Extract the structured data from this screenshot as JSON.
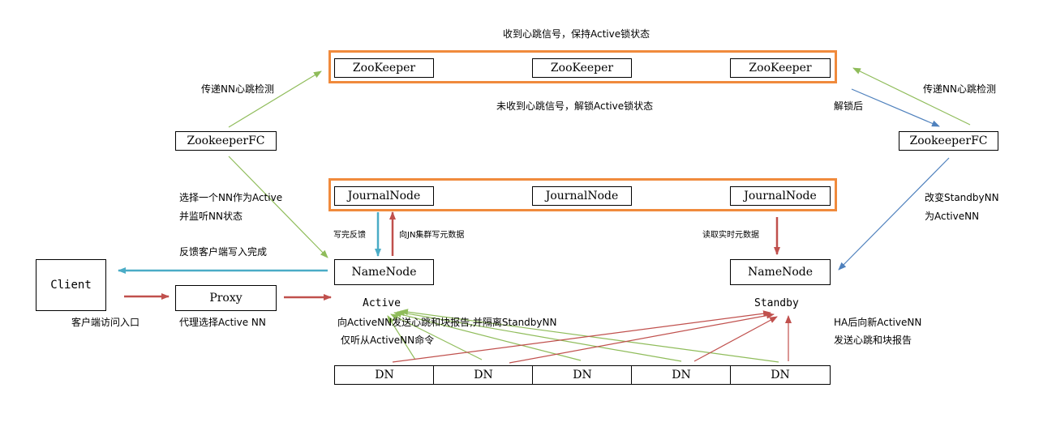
{
  "colors": {
    "cluster_border": "#f08a3c",
    "green": "#8fbc5a",
    "red": "#c0504d",
    "blue": "#4f81bd",
    "teal": "#4aacc6"
  },
  "zookeeper_cluster": {
    "top_label": "收到心跳信号，保持Active锁状态",
    "bottom_label": "未收到心跳信号，解锁Active锁状态",
    "nodes": [
      "ZooKeeper",
      "ZooKeeper",
      "ZooKeeper"
    ]
  },
  "journal_cluster": {
    "nodes": [
      "JournalNode",
      "JournalNode",
      "JournalNode"
    ]
  },
  "left_zkfc": {
    "label": "ZookeeperFC",
    "heartbeat_label": "传递NN心跳检测",
    "select_label_1": "选择一个NN作为Active",
    "select_label_2": "并监听NN状态"
  },
  "right_zkfc": {
    "label": "ZookeeperFC",
    "heartbeat_label": "传递NN心跳检测",
    "unlock_label": "解锁后",
    "switch_label_1": "改变StandbyNN",
    "switch_label_2": "为ActiveNN"
  },
  "active_nn": {
    "label": "NameNode",
    "state": "Active",
    "write_feedback": "写完反馈",
    "write_meta": "向JN集群写元数据",
    "client_feedback": "反馈客户端写入完成"
  },
  "standby_nn": {
    "label": "NameNode",
    "state": "Standby",
    "read_meta": "读取实时元数据"
  },
  "client": {
    "label": "Client",
    "caption": "客户端访问入口"
  },
  "proxy": {
    "label": "Proxy",
    "caption": "代理选择Active NN"
  },
  "datanodes": {
    "nodes": [
      "DN",
      "DN",
      "DN",
      "DN",
      "DN"
    ],
    "report_label_1": "向ActiveNN发送心跳和块报告,并隔离StandbyNN",
    "report_label_2": "仅听从ActiveNN命令",
    "ha_label_1": "HA后向新ActiveNN",
    "ha_label_2": "发送心跳和块报告"
  }
}
